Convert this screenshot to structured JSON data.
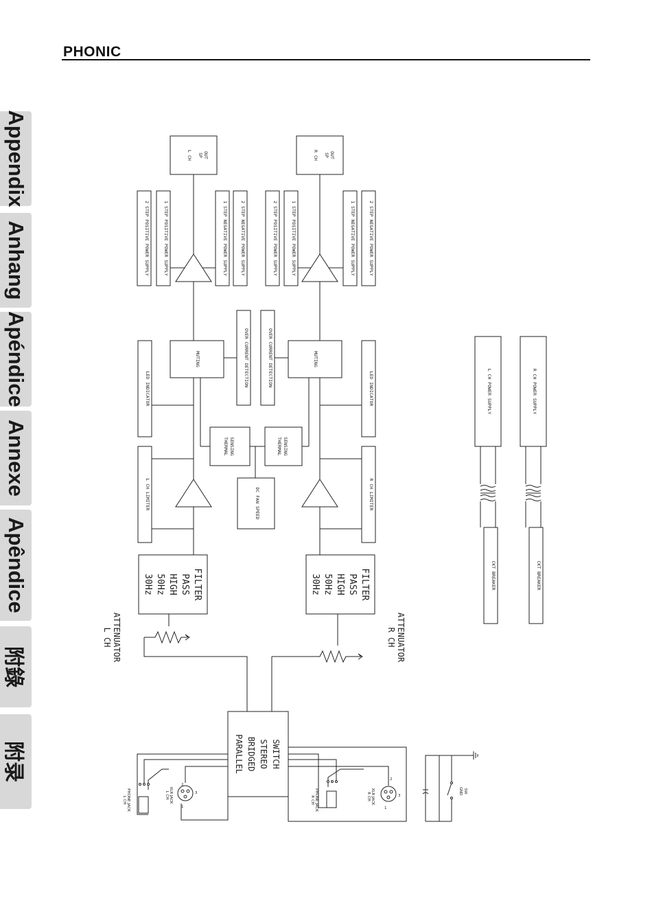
{
  "header": {
    "brand": "PHONIC"
  },
  "side_tabs": [
    {
      "label": "Appendix"
    },
    {
      "label": "Anhang"
    },
    {
      "label": "Apéndice"
    },
    {
      "label": "Annexe"
    },
    {
      "label": "Apêndice"
    },
    {
      "label": "附錄"
    },
    {
      "label": "附录"
    }
  ],
  "diagram": {
    "l_sp_out": [
      "L CH",
      "SP",
      "OUT"
    ],
    "r_sp_out": [
      "R CH",
      "SP",
      "OUT"
    ],
    "pos_supply_2": "2 STEP POSITIVE POWER SUPPLY",
    "pos_supply_1": "1 STEP POSITIVE POWER SUPPLY",
    "neg_supply_1": "1 STEP NEGATIVE POWER SUPPLY",
    "neg_supply_2": "2 STEP NEGATIVE POWER SUPPLY",
    "muting": "MUTING",
    "over_current": "OVER CURRENT DETECTION",
    "led_indicator": "LED INDICATOR",
    "thermal_sensing": [
      "THERMAL",
      "SENSING"
    ],
    "dc_fan_speed": "DC FAN SPEED",
    "l_limiter": "L CH LIMITER",
    "r_limiter": "R CH LIMITER",
    "hpf": [
      "30Hz",
      "50Hz",
      "HIGH",
      "PASS",
      "FILTER"
    ],
    "l_attenuator": [
      "L CH",
      "ATTENUATOR"
    ],
    "r_attenuator": [
      "R CH",
      "ATTENUATOR"
    ],
    "mode_switch": [
      "PARALLEL",
      "BRIDGED",
      "STEREO",
      "SWITCH"
    ],
    "l_power_supply": "L CH POWER SUPPLY",
    "r_power_supply": "R CH POWER SUPPLY",
    "ckt_breaker": "CKT BREAKER",
    "l_phone_jack": [
      "L CH",
      "PHONE JACK"
    ],
    "l_xlr_jack": [
      "L CH",
      "XLR JACK"
    ],
    "r_phone_jack": [
      "R CH",
      "PHONE JACK"
    ],
    "r_xlr_jack": [
      "R CH",
      "XLR JACK"
    ],
    "gnd_sw": [
      "GND",
      "SW"
    ],
    "pin_1": "1",
    "pin_2": "2",
    "pin_3": "3"
  }
}
